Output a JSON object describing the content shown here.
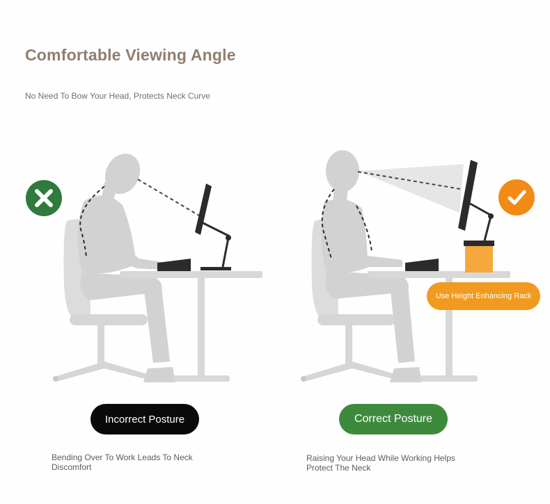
{
  "header": {
    "title": "Comfortable Viewing Angle",
    "subtitle": "No Need To Bow Your Head, Protects Neck Curve"
  },
  "left_panel": {
    "badge_icon": "x-mark-icon",
    "badge_color": "#2f7a3c",
    "label": "Incorrect Posture",
    "label_bg": "#0a0a0a",
    "caption": "Bending Over To Work Leads To Neck Discomfort"
  },
  "right_panel": {
    "badge_icon": "checkmark-icon",
    "badge_color": "#f28a16",
    "label": "Correct Posture",
    "label_bg": "#3e8a3d",
    "rack_label": "Use Height Enhancing Rack",
    "rack_color": "#f29a1f",
    "caption": "Raising Your Head While Working Helps Protect The Neck"
  },
  "colors": {
    "title": "#8f7e70",
    "figure": "#cfcfcf",
    "monitor": "#2b2b2b"
  }
}
